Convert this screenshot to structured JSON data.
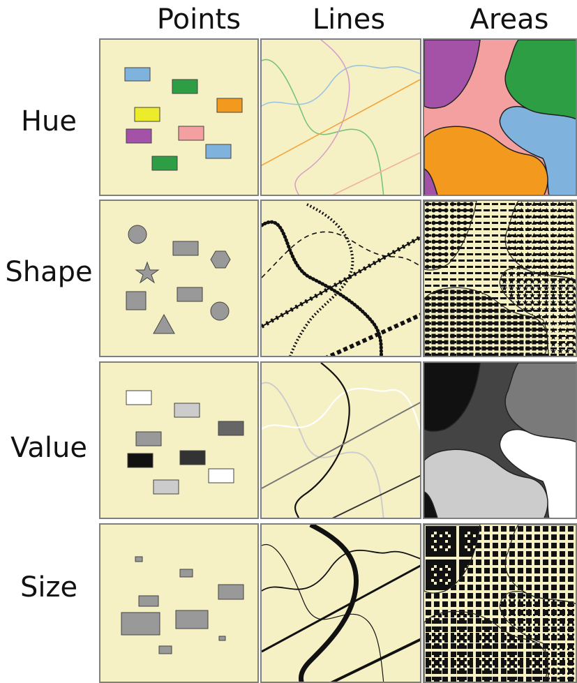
{
  "columns": [
    "Points",
    "Lines",
    "Areas"
  ],
  "rows": [
    "Hue",
    "Shape",
    "Value",
    "Size"
  ],
  "colors": {
    "background": "#f6f1c4",
    "border": "#7f7f7f",
    "hue_blue": "#7fb2dc",
    "hue_green": "#2e9e44",
    "hue_orange": "#f39a1e",
    "hue_yellow": "#ecec2a",
    "hue_purple": "#a452a8",
    "hue_pink": "#f4a0a0",
    "shape_gray": "#999999",
    "ink": "#111111"
  }
}
